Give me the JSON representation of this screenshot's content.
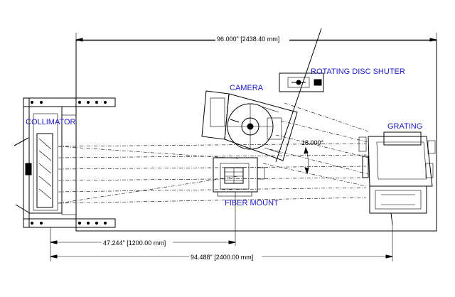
{
  "labels": {
    "collimator": "COLLIMATOR",
    "camera": "CAMERA",
    "rotating_disc_shutter": "ROTATING DISC SHUTER",
    "grating": "GRATING",
    "fiber_mount": "FIBER MOUNT"
  },
  "dimensions": {
    "overall_width": "96.000\" [2438.40 mm]",
    "collimator_to_fiber": "47.244\" [1200.00 mm]",
    "collimator_to_grating": "94.488\" [2400.00 mm]",
    "angle": "18.000°"
  }
}
